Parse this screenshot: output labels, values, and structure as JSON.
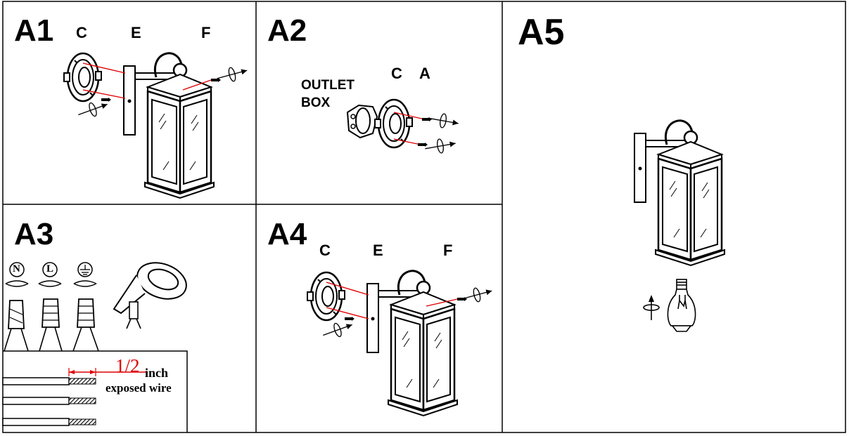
{
  "panels": {
    "a1": {
      "label": "A1",
      "parts": {
        "c": "C",
        "e": "E",
        "f": "F"
      }
    },
    "a2": {
      "label": "A2",
      "outlet_line1": "OUTLET",
      "outlet_line2": "BOX",
      "parts": {
        "c": "C",
        "a": "A"
      }
    },
    "a3": {
      "label": "A3",
      "wire_symbols": {
        "neutral": "N",
        "live": "L"
      },
      "measurement": "1/2",
      "unit": "inch",
      "caption": "exposed wire"
    },
    "a4": {
      "label": "A4",
      "parts": {
        "c": "C",
        "e": "E",
        "f": "F"
      }
    },
    "a5": {
      "label": "A5"
    }
  },
  "colors": {
    "line": "#000000",
    "accent_red": "#e00000",
    "background": "#ffffff"
  }
}
